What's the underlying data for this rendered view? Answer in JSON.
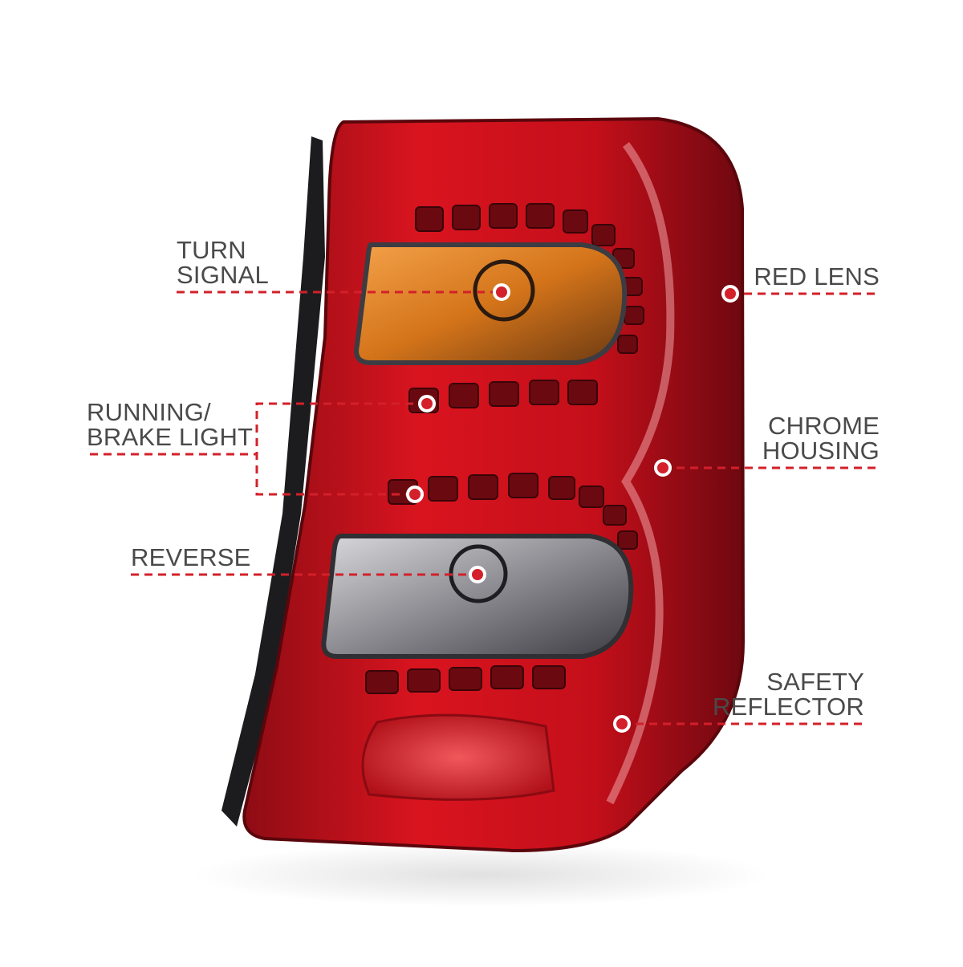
{
  "callouts": {
    "turn_signal": {
      "line1": "TURN",
      "line2": "SIGNAL"
    },
    "running_brake": {
      "line1": "RUNNING/",
      "line2": "BRAKE LIGHT"
    },
    "reverse": {
      "line1": "REVERSE"
    },
    "red_lens": {
      "line1": "RED LENS"
    },
    "chrome_housing": {
      "line1": "CHROME",
      "line2": "HOUSING"
    },
    "safety_reflector": {
      "line1": "SAFETY",
      "line2": "REFLECTOR"
    }
  },
  "colors": {
    "lens_red": "#c8101c",
    "lens_dark": "#7a0a12",
    "callout_line": "#d3202a",
    "label_text": "#4a4a4a",
    "amber": "#e07a12",
    "smoke": "#5a5a5e"
  }
}
